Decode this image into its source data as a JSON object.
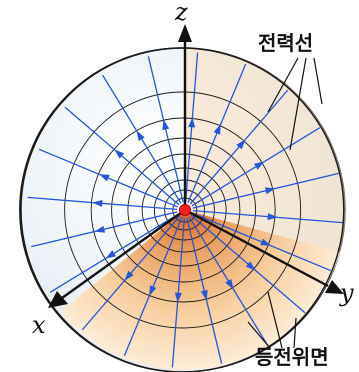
{
  "diagram": {
    "axes": {
      "z": "z",
      "x": "x",
      "y": "y"
    },
    "labels": {
      "field_lines": "전력선",
      "equipotential_surfaces": "등전위면"
    },
    "colors": {
      "field_line": "#2456d6",
      "charge": "#ff2020",
      "sphere_edge": "#1a1a1a",
      "cut_face_light": "#fbe8d2",
      "cut_face_dark": "#e9a25c",
      "outer_surface": "#f4f8fb"
    }
  }
}
